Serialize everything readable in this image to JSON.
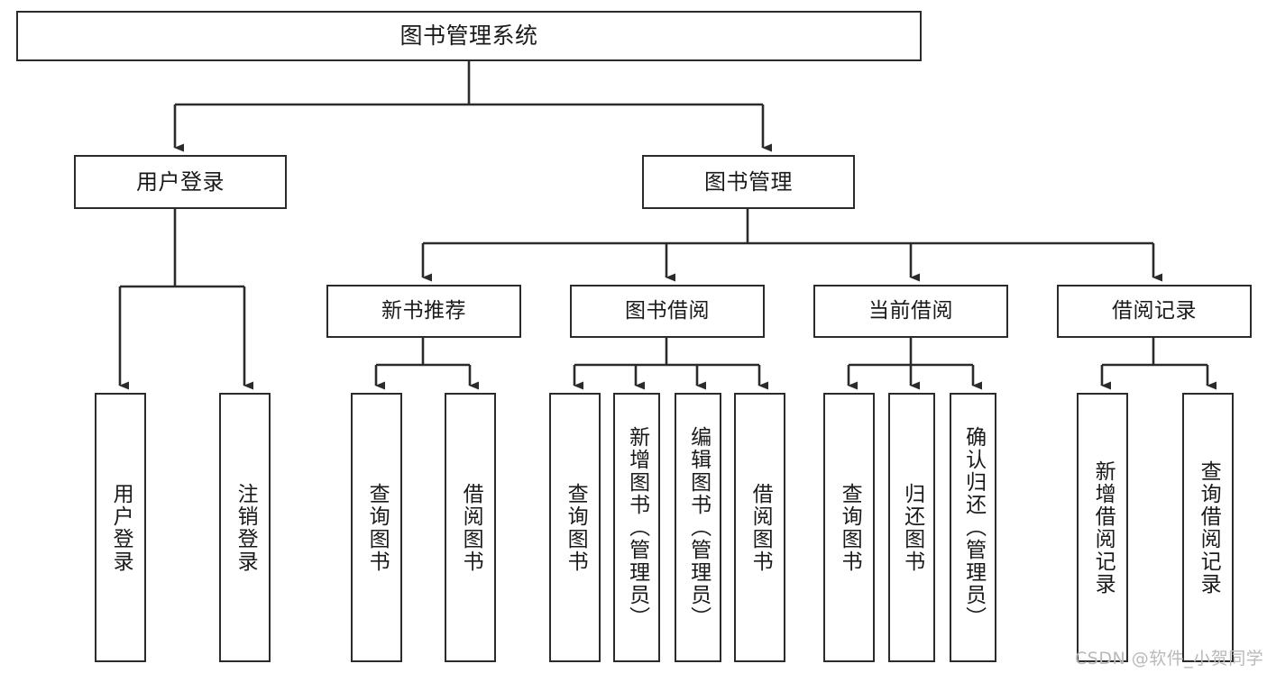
{
  "diagram": {
    "title": "图书管理系统",
    "type": "hierarchy-tree",
    "root": {
      "label": "图书管理系统"
    },
    "level1": [
      {
        "label": "用户登录"
      },
      {
        "label": "图书管理"
      }
    ],
    "level2": [
      {
        "label": "新书推荐"
      },
      {
        "label": "图书借阅"
      },
      {
        "label": "当前借阅"
      },
      {
        "label": "借阅记录"
      }
    ],
    "leaves": [
      {
        "label": "用户登录"
      },
      {
        "label": "注销登录"
      },
      {
        "label": "查询图书"
      },
      {
        "label": "借阅图书"
      },
      {
        "label": "查询图书"
      },
      {
        "label": "新增图书（管理员）"
      },
      {
        "label": "编辑图书（管理员）"
      },
      {
        "label": "借阅图书"
      },
      {
        "label": "查询图书"
      },
      {
        "label": "归还图书"
      },
      {
        "label": "确认归还（管理员）"
      },
      {
        "label": "新增借阅记录"
      },
      {
        "label": "查询借阅记录"
      }
    ]
  },
  "watermark": {
    "text": "CSDN @软件_小贺同学"
  },
  "colors": {
    "stroke": "#2b2b2b",
    "background": "#ffffff",
    "text": "#1a1a1a",
    "watermark": "#b9b9b9"
  }
}
